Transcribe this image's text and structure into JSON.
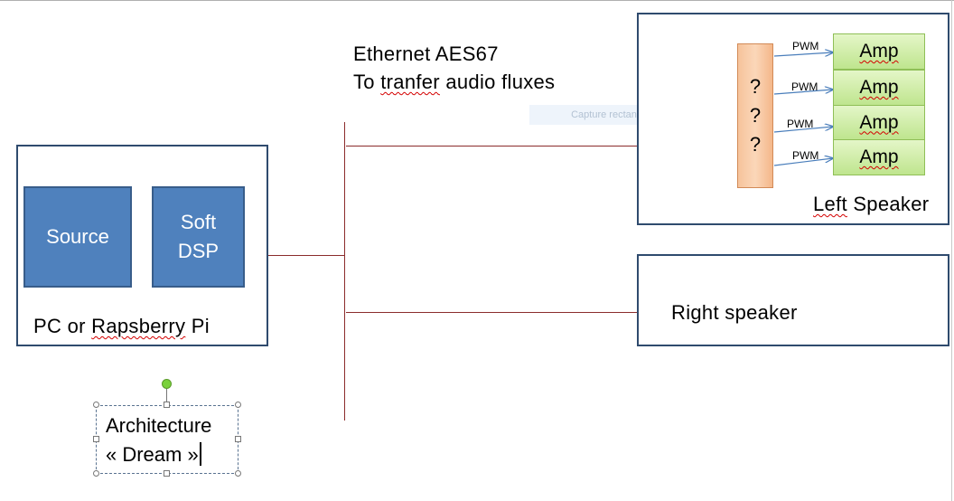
{
  "header": {
    "line1": "Ethernet  AES67",
    "line2_pre": "To ",
    "line2_word": "tranfer",
    "line2_post": " audio fluxes"
  },
  "watermark": "Capture rectangulaire",
  "source_system": {
    "source_label": "Source",
    "dsp_line1": "Soft",
    "dsp_line2": "DSP",
    "caption_pre": "PC or ",
    "caption_word": "Rapsberry",
    "caption_post": " Pi"
  },
  "left_speaker": {
    "caption_word": "Left",
    "caption_post": " Speaker",
    "question_marks": [
      "?",
      "?",
      "?"
    ],
    "channels": [
      {
        "pwm": "PWM",
        "amp": "Amp"
      },
      {
        "pwm": "PWM",
        "amp": "Amp"
      },
      {
        "pwm": "PWM",
        "amp": "Amp"
      },
      {
        "pwm": "PWM",
        "amp": "Amp"
      }
    ]
  },
  "right_speaker": {
    "caption": "Right speaker"
  },
  "textbox": {
    "line1": "Architecture",
    "line2": "« Dream »"
  },
  "colors": {
    "block_fill": "#4f81bd",
    "frame_border": "#2f4b6e",
    "wire": "#8b2c2c",
    "amp_fill": "#c9eb9e",
    "question_fill": "#f8c9a2",
    "arrow": "#4a7ebb",
    "spellcheck": "#d40000"
  }
}
